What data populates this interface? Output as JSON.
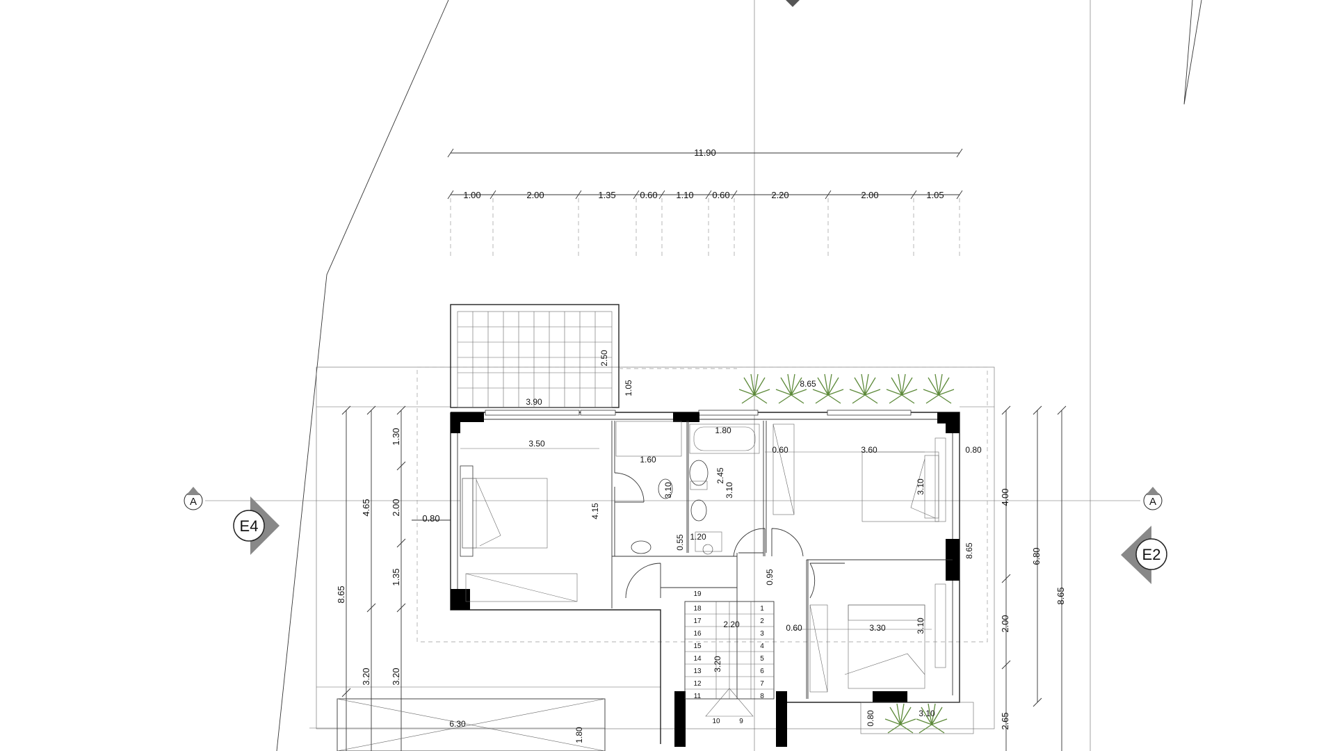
{
  "site_lines": {
    "top_dimension": "11.90",
    "segments": [
      "1.00",
      "2.00",
      "1.35",
      "0.60",
      "1.10",
      "0.60",
      "2.20",
      "2.00",
      "1.05"
    ]
  },
  "section_markers": {
    "left_section": "A",
    "right_section": "A",
    "elevation_left": "E4",
    "elevation_right": "E2"
  },
  "left_dims": [
    "8.65",
    "4.65",
    "3.20",
    "1.30",
    "2.00",
    "1.35",
    "3.20",
    "0.80"
  ],
  "right_dims": [
    "4.00",
    "2.00",
    "2.65",
    "6.80",
    "8.65"
  ],
  "balcony": {
    "width": "3.90",
    "height": "2.50",
    "gap": "1.05"
  },
  "planter_top": "8.65",
  "planter_bottom": [
    "0.80",
    "3.10"
  ],
  "rooms": {
    "master_bedroom": {
      "width": "3.50",
      "height": "4.15"
    },
    "dressing": {
      "width": "1.60",
      "height": "3.10"
    },
    "bathroom": {
      "width": "1.80",
      "height": "2.45",
      "depth": "3.10"
    },
    "wc": {
      "width": "1.20",
      "height": "0.55"
    },
    "bedroom_2": {
      "width": "3.60",
      "offset": "0.60",
      "height": "3.10",
      "side": "0.80"
    },
    "bedroom_3": {
      "width": "3.30",
      "offset": "0.60",
      "height": "3.10"
    },
    "hall": {
      "width": "0.95"
    },
    "right_wall": "8.65"
  },
  "stair": {
    "width": "2.20",
    "length": "3.20",
    "steps_left": [
      "19",
      "18",
      "17",
      "16",
      "15",
      "14",
      "13",
      "12",
      "11",
      "10"
    ],
    "steps_right": [
      "1",
      "2",
      "3",
      "4",
      "5",
      "6",
      "7",
      "8",
      "9"
    ]
  },
  "carport": {
    "width": "6.30",
    "depth": "1.80"
  }
}
